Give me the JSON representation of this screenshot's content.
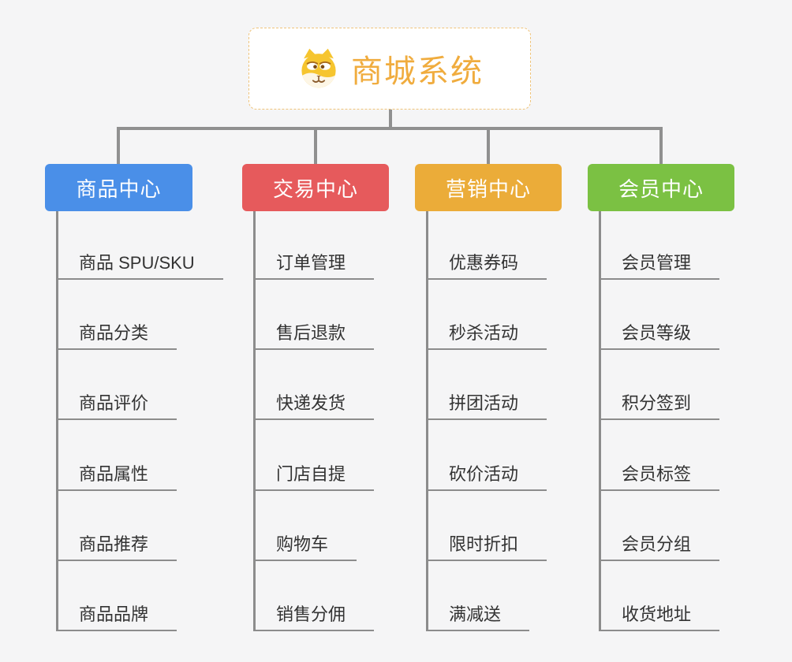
{
  "root": {
    "title": "商城系统",
    "icon": "shiba-dog-icon"
  },
  "branches": [
    {
      "label": "商品中心",
      "color": "#4a8fe8",
      "items": [
        "商品 SPU/SKU",
        "商品分类",
        "商品评价",
        "商品属性",
        "商品推荐",
        "商品品牌"
      ]
    },
    {
      "label": "交易中心",
      "color": "#e65a5c",
      "items": [
        "订单管理",
        "售后退款",
        "快递发货",
        "门店自提",
        "购物车",
        "销售分佣"
      ]
    },
    {
      "label": "营销中心",
      "color": "#ebac39",
      "items": [
        "优惠券码",
        "秒杀活动",
        "拼团活动",
        "砍价活动",
        "限时折扣",
        "满减送"
      ]
    },
    {
      "label": "会员中心",
      "color": "#7bc143",
      "items": [
        "会员管理",
        "会员等级",
        "积分签到",
        "会员标签",
        "会员分组",
        "收货地址"
      ]
    }
  ],
  "colors": {
    "background": "#f5f5f6",
    "root_text": "#f0ac3e",
    "root_border_dashed": "#efc379",
    "connector_gray": "#909090",
    "underline_gray": "#8c8c8c",
    "leaf_text": "#333333"
  }
}
